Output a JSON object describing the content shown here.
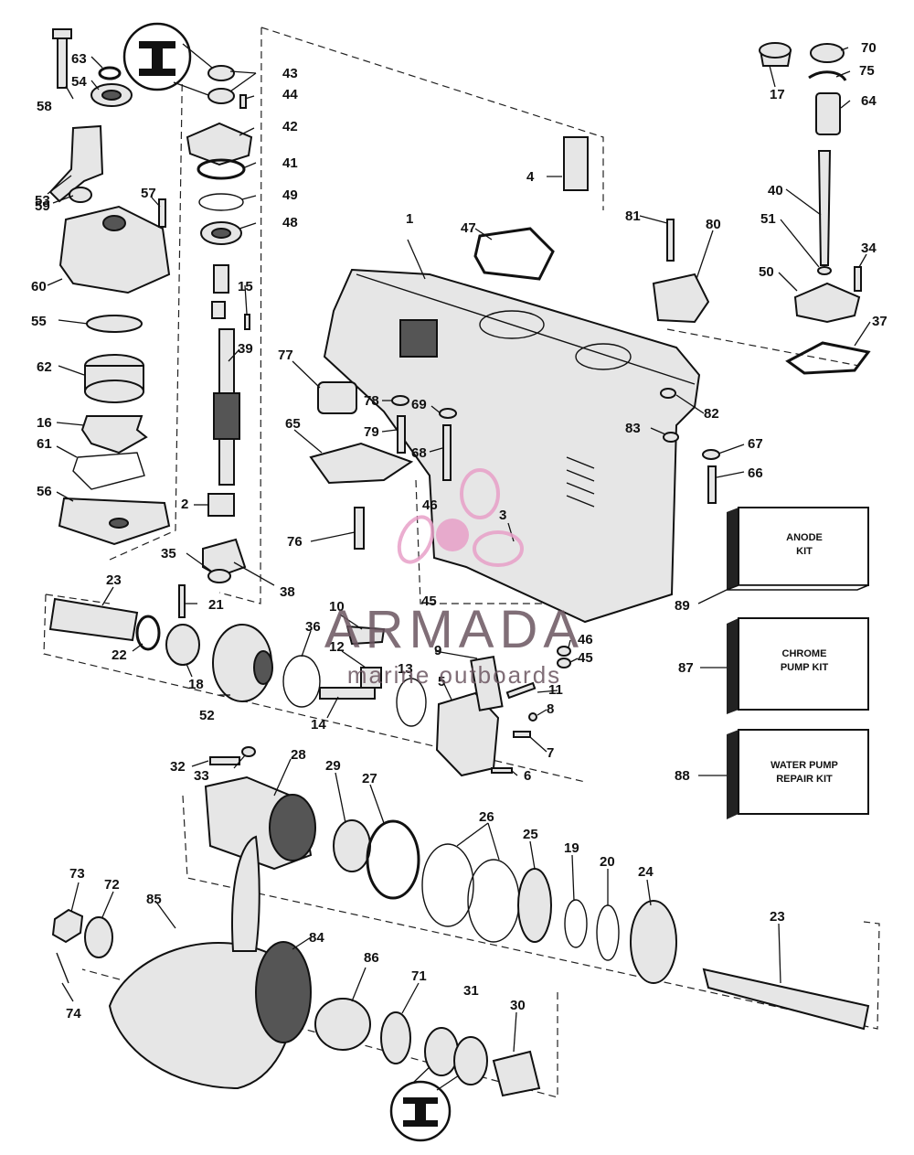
{
  "callouts": [
    {
      "n": "1"
    },
    {
      "n": "2"
    },
    {
      "n": "3"
    },
    {
      "n": "4"
    },
    {
      "n": "5"
    },
    {
      "n": "6"
    },
    {
      "n": "7"
    },
    {
      "n": "8"
    },
    {
      "n": "9"
    },
    {
      "n": "10"
    },
    {
      "n": "11"
    },
    {
      "n": "12"
    },
    {
      "n": "13"
    },
    {
      "n": "14"
    },
    {
      "n": "15"
    },
    {
      "n": "16"
    },
    {
      "n": "17"
    },
    {
      "n": "18"
    },
    {
      "n": "19"
    },
    {
      "n": "20"
    },
    {
      "n": "21"
    },
    {
      "n": "22"
    },
    {
      "n": "23"
    },
    {
      "n": "23"
    },
    {
      "n": "24"
    },
    {
      "n": "25"
    },
    {
      "n": "26"
    },
    {
      "n": "27"
    },
    {
      "n": "28"
    },
    {
      "n": "29"
    },
    {
      "n": "30"
    },
    {
      "n": "31"
    },
    {
      "n": "32"
    },
    {
      "n": "33"
    },
    {
      "n": "34"
    },
    {
      "n": "35"
    },
    {
      "n": "36"
    },
    {
      "n": "37"
    },
    {
      "n": "38"
    },
    {
      "n": "39"
    },
    {
      "n": "40"
    },
    {
      "n": "41"
    },
    {
      "n": "42"
    },
    {
      "n": "43"
    },
    {
      "n": "44"
    },
    {
      "n": "45"
    },
    {
      "n": "45"
    },
    {
      "n": "46"
    },
    {
      "n": "46"
    },
    {
      "n": "47"
    },
    {
      "n": "48"
    },
    {
      "n": "49"
    },
    {
      "n": "50"
    },
    {
      "n": "51"
    },
    {
      "n": "52"
    },
    {
      "n": "53"
    },
    {
      "n": "54"
    },
    {
      "n": "55"
    },
    {
      "n": "56"
    },
    {
      "n": "57"
    },
    {
      "n": "58"
    },
    {
      "n": "59"
    },
    {
      "n": "60"
    },
    {
      "n": "61"
    },
    {
      "n": "62"
    },
    {
      "n": "63"
    },
    {
      "n": "64"
    },
    {
      "n": "65"
    },
    {
      "n": "66"
    },
    {
      "n": "67"
    },
    {
      "n": "68"
    },
    {
      "n": "69"
    },
    {
      "n": "70"
    },
    {
      "n": "71"
    },
    {
      "n": "72"
    },
    {
      "n": "73"
    },
    {
      "n": "74"
    },
    {
      "n": "75"
    },
    {
      "n": "76"
    },
    {
      "n": "77"
    },
    {
      "n": "78"
    },
    {
      "n": "79"
    },
    {
      "n": "80"
    },
    {
      "n": "81"
    },
    {
      "n": "82"
    },
    {
      "n": "83"
    },
    {
      "n": "84"
    },
    {
      "n": "85"
    },
    {
      "n": "86"
    },
    {
      "n": "87"
    },
    {
      "n": "88"
    },
    {
      "n": "89"
    }
  ],
  "kits": {
    "anode": {
      "line1": "ANODE",
      "line2": "KIT"
    },
    "chrome": {
      "line1": "CHROME",
      "line2": "PUMP KIT"
    },
    "water": {
      "line1": "WATER PUMP",
      "line2": "REPAIR KIT"
    }
  },
  "watermark": {
    "brand": "ARMADA",
    "tagline": "marine outboards",
    "color_pink": "#e8a0c8",
    "color_text": "#6b5560"
  },
  "icons": {
    "seal_symbol": "oil-seal-lip-symbol-icon",
    "propeller": "propeller-icon"
  }
}
